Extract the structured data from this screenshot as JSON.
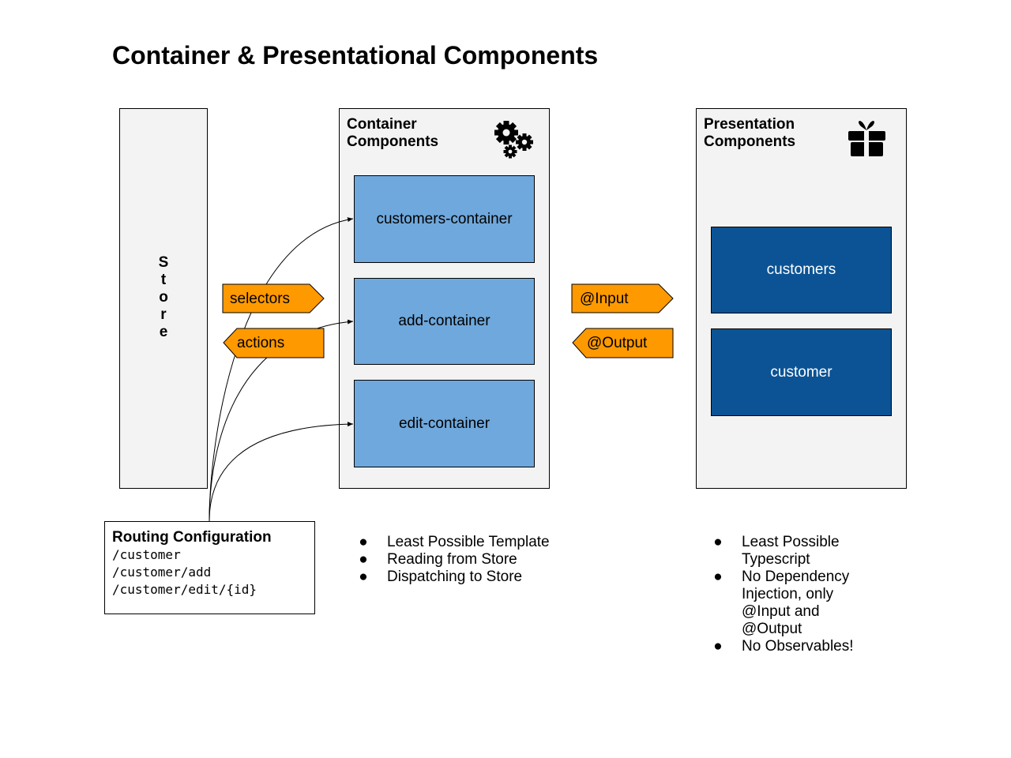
{
  "title": "Container & Presentational Components",
  "store": {
    "letters": [
      "S",
      "t",
      "o",
      "r",
      "e"
    ]
  },
  "container_panel": {
    "title_lines": [
      "Container",
      "Components"
    ],
    "icon": "gears-icon",
    "boxes": [
      "customers-container",
      "add-container",
      "edit-container"
    ]
  },
  "presentation_panel": {
    "title_lines": [
      "Presentation",
      "Components"
    ],
    "icon": "gift-icon",
    "boxes": [
      "customers",
      "customer"
    ]
  },
  "tags": {
    "selectors": "selectors",
    "actions": "actions",
    "input": "@Input",
    "output": "@Output"
  },
  "routing": {
    "title": "Routing Configuration",
    "routes": [
      "/customer",
      "/customer/add",
      "/customer/edit/{id}"
    ]
  },
  "container_bullets": [
    "Least Possible Template",
    "Reading from Store",
    "Dispatching to Store"
  ],
  "presentation_bullets": [
    "Least Possible Typescript",
    "No Dependency Injection, only @Input and @Output",
    "No Observables!"
  ],
  "colors": {
    "panel_bg": "#f3f3f3",
    "light_box": "#6fa8dc",
    "dark_box": "#0b5394",
    "tag": "#ff9900"
  }
}
